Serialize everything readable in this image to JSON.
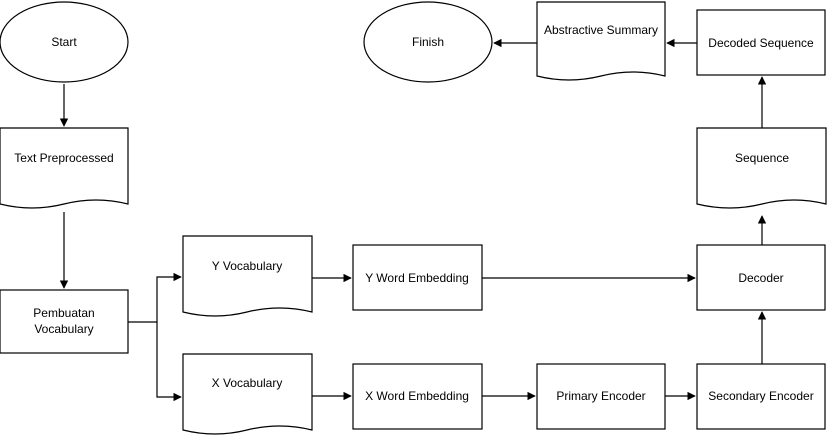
{
  "nodes": {
    "start": "Start",
    "finish": "Finish",
    "abstractive_summary": "Abstractive Summary",
    "decoded_sequence": "Decoded Sequence",
    "text_preprocessed": "Text Preprocessed",
    "sequence": "Sequence",
    "y_vocabulary": "Y Vocabulary",
    "y_word_embedding": "Y Word Embedding",
    "decoder": "Decoder",
    "pembuatan_vocabulary_line1": "Pembuatan",
    "pembuatan_vocabulary_line2": "Vocabulary",
    "x_vocabulary": "X Vocabulary",
    "x_word_embedding": "X Word Embedding",
    "primary_encoder": "Primary Encoder",
    "secondary_encoder": "Secondary Encoder"
  }
}
